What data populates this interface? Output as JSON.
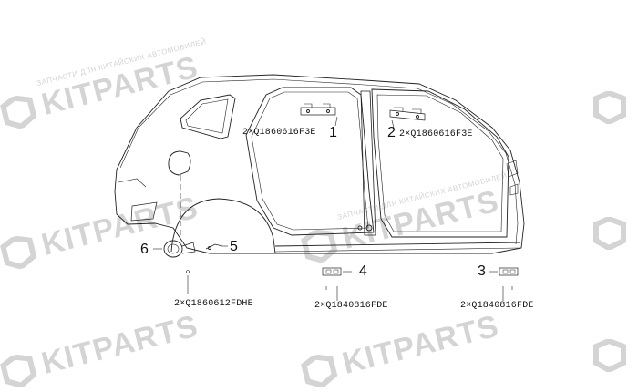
{
  "watermark": {
    "brand": "KITPARTS",
    "tagline": "ЗАПЧАСТИ ДЛЯ КИТАЙСКИХ АВТОМОБИЛЕЙ",
    "color": "#d4d4d4"
  },
  "callouts": [
    {
      "number": "1"
    },
    {
      "number": "2"
    },
    {
      "number": "3"
    },
    {
      "number": "4"
    },
    {
      "number": "5"
    },
    {
      "number": "6"
    }
  ],
  "part_codes": {
    "code_1": "2×Q1860616F3E",
    "code_2": "2×Q1860616F3E",
    "code_3": "2×Q1840816FDE",
    "code_4": "2×Q1840816FDE",
    "code_6": "2×Q1860612FDHE"
  }
}
